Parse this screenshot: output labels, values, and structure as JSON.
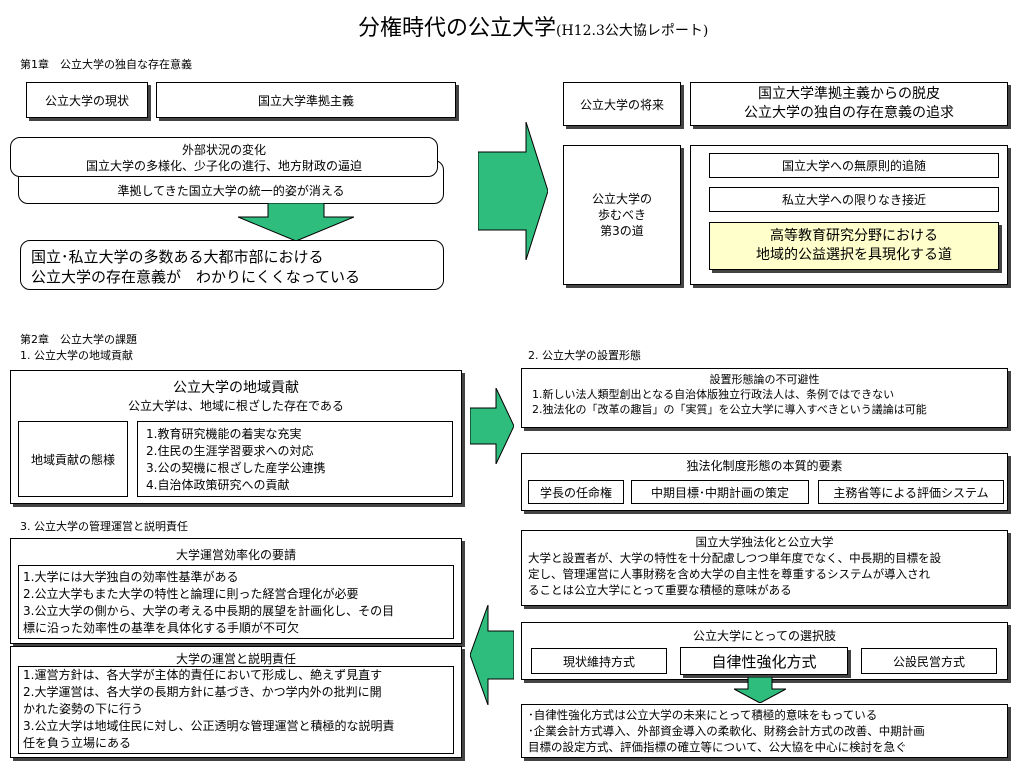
{
  "title": {
    "main": "分権時代の公立大学",
    "sub": "(H12.3公大協レポート)"
  },
  "ch1": {
    "heading": "第1章　公立大学の独自な存在意義",
    "current_label": "公立大学の現状",
    "current_value": "国立大学準拠主義",
    "external_title": "外部状況の変化",
    "external_detail": "国立大学の多様化、少子化の進行、地方財政の逼迫",
    "disappear": "準拠してきた国立大学の統一的姿が消える",
    "result_line1": "国立･私立大学の多数ある大都市部における",
    "result_line2": "公立大学の存在意義が　わかりにくくなっている",
    "future_label": "公立大学の将来",
    "future_line1": "国立大学準拠主義からの脱皮",
    "future_line2": "公立大学の独自の存在意義の追求",
    "path_line1": "公立大学の",
    "path_line2": "歩むべき",
    "path_line3": "第3の道",
    "path_opt1": "国立大学への無原則的追随",
    "path_opt2": "私立大学への限りなき接近",
    "path_opt3_line1": "高等教育研究分野における",
    "path_opt3_line2": "地域的公益選択を具現化する道"
  },
  "ch2": {
    "heading": "第2章　公立大学の課題",
    "s1_heading": "1. 公立大学の地域貢献",
    "s1_title": "公立大学の地域貢献",
    "s1_subtitle": "公立大学は、地域に根ざした存在である",
    "s1_label": "地域貢献の態様",
    "s1_items": [
      "1.教育研究機能の着実な充実",
      "2.住民の生涯学習要求への対応",
      "3.公の契機に根ざした産学公連携",
      "4.自治体政策研究への貢献"
    ],
    "s2_heading": "2. 公立大学の設置形態",
    "s2_box1_title": "設置形態論の不可避性",
    "s2_box1_items": [
      "1.新しい法人類型創出となる自治体版独立行政法人は、条例ではできない",
      "2.独法化の「改革の趣旨」の「実質」を公立大学に導入すべきという議論は可能"
    ],
    "s2_box2_title": "独法化制度形態の本質的要素",
    "s2_box2_items": [
      "学長の任命権",
      "中期目標･中期計画の策定",
      "主務省等による評価システム"
    ],
    "s3_heading": "3. 公立大学の管理運営と説明責任",
    "s3_box1_title": "大学運営効率化の要請",
    "s3_box1_lines": [
      "1.大学には大学独自の効率性基準がある",
      "2.公立大学もまた大学の特性と論理に則った経営合理化が必要",
      "3.公立大学の側から、大学の考える中長期的展望を計画化し、その目",
      "標に沿った効率性の基準を具体化する手順が不可欠"
    ],
    "s3_box2_title": "大学の運営と説明責任",
    "s3_box2_lines": [
      "1.運営方針は、各大学が主体的責任において形成し、絶えず見直す",
      "2.大学運営は、各大学の長期方針に基づき、かつ学内外の批判に開",
      "かれた姿勢の下に行う",
      "3.公立大学は地域住民に対し、公正透明な管理運営と積極的な説明責",
      "任を負う立場にある"
    ],
    "r_box1_title": "国立大学独法化と公立大学",
    "r_box1_lines": [
      "大学と設置者が、大学の特性を十分配慮しつつ単年度でなく、中長期的目標を設",
      "定し、管理運営に人事財務を含め大学の自主性を尊重するシステムが導入され",
      "ることは公立大学にとって重要な積極的意味がある"
    ],
    "r_box2_title": "公立大学にとっての選択肢",
    "r_box2_options": [
      "現状維持方式",
      "自律性強化方式",
      "公設民営方式"
    ],
    "r_box3_lines": [
      "･自律性強化方式は公立大学の未来にとって積極的意味をもっている",
      "･企業会計方式導入、外部資金導入の柔軟化、財務会計方式の改善、中期計画",
      "目標の設定方式、評価指標の確立等について、公大協を中心に検討を急ぐ"
    ]
  },
  "colors": {
    "arrow": "#2ebd7c",
    "arrow_border": "#000000",
    "highlight": "#ffffcc"
  }
}
